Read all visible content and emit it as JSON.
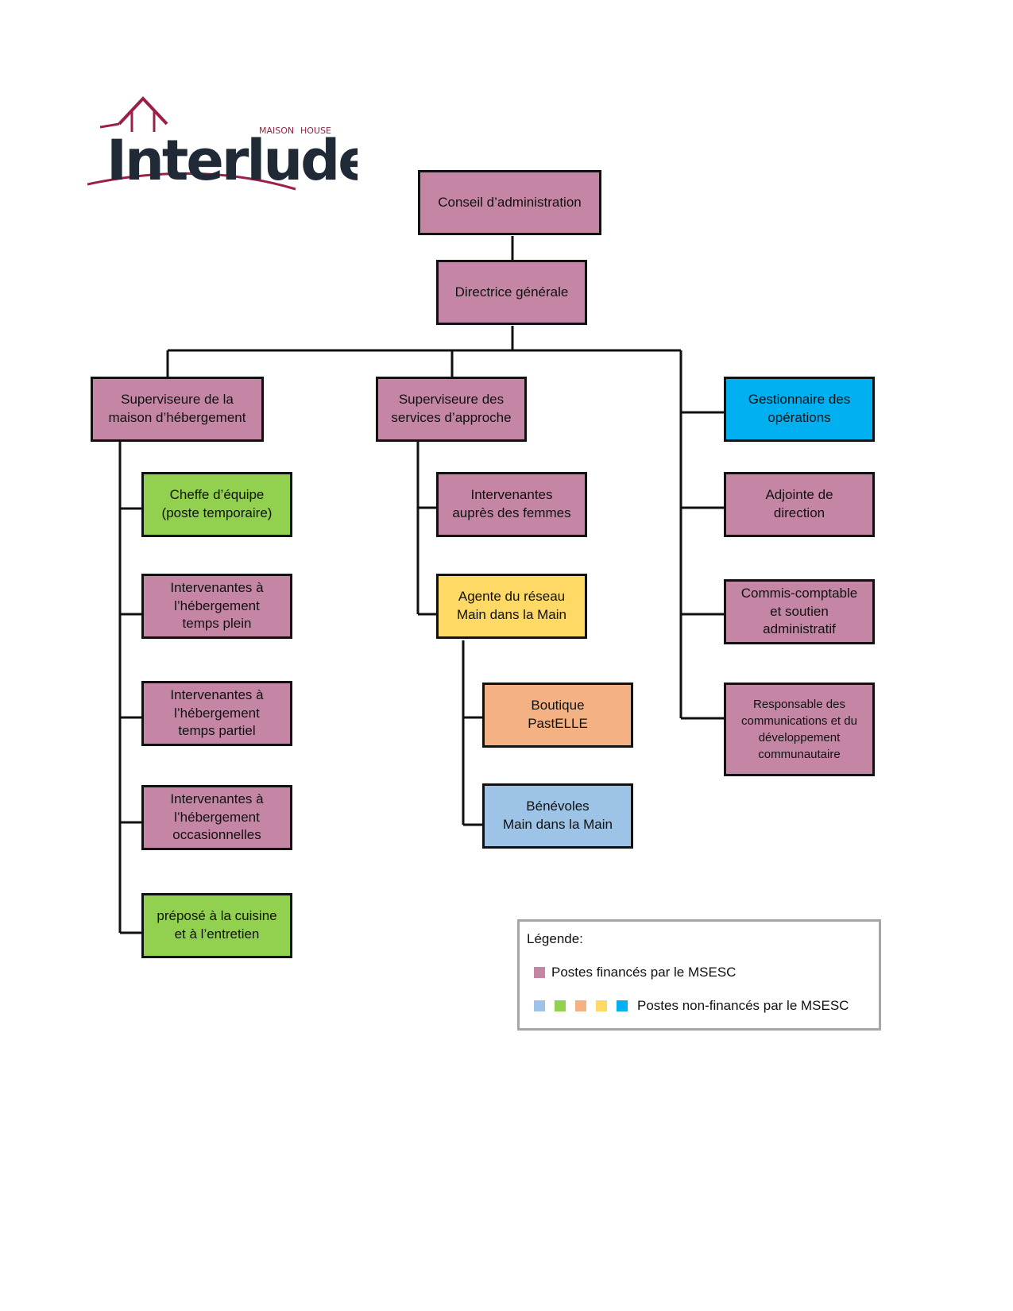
{
  "logo": {
    "word": "Interlude",
    "tag_left": "MAISON",
    "tag_right": "HOUSE"
  },
  "colors": {
    "funded": "#c586a5",
    "green": "#92d050",
    "orange": "#f4b183",
    "yellow": "#ffd966",
    "light_blue": "#9dc3e6",
    "cyan": "#00b0f0",
    "logo_red": "#9b2048",
    "logo_dark": "#1f2a36"
  },
  "nodes": {
    "conseil": "Conseil d’administration",
    "directrice": "Directrice générale",
    "sup_hebergement": "Superviseure de la\nmaison d’hébergement",
    "sup_approche": "Superviseure des\nservices d’approche",
    "gestionnaire": "Gestionnaire des\nopérations",
    "cheffe": "Cheffe d’équipe\n(poste temporaire)",
    "heb_plein": "Intervenantes à\nl’hébergement\ntemps plein",
    "heb_partiel": "Intervenantes à\nl’hébergement\ntemps partiel",
    "heb_occasionnelles": "Intervenantes à\nl’hébergement\noccasionnelles",
    "prepose": "préposé à la cuisine\net à l’entretien",
    "intervenantes_femmes": "Intervenantes\nauprès des femmes",
    "agente": "Agente du réseau\nMain dans la Main",
    "boutique": "Boutique\nPastELLE",
    "benevoles": "Bénévoles\nMain dans la Main",
    "adjointe": "Adjointe de\ndirection",
    "commis": "Commis-comptable\net soutien\nadministratif",
    "responsable_comm": "Responsable des\ncommunications et du\ndéveloppement\ncommunautaire"
  },
  "legend": {
    "title": "Légende:",
    "funded": "Postes financés par le MSESC",
    "non_funded": "Postes non-financés par le MSESC"
  }
}
